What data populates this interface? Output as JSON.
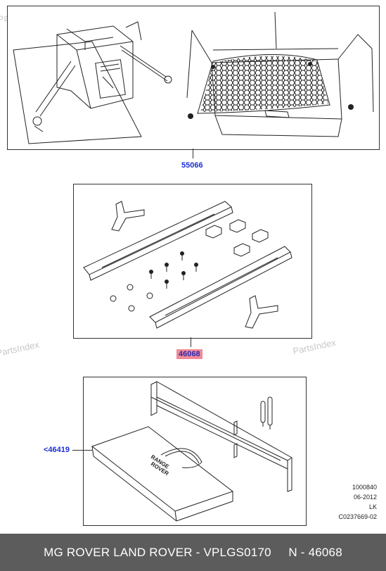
{
  "watermark": "PartsIndex",
  "callouts": {
    "top": "55066",
    "middle": "46068",
    "bottom": "<46419"
  },
  "meta": {
    "line1": "1000840",
    "line2": "06-2012",
    "line3": "LK",
    "line4": "C0237669-02"
  },
  "footer": {
    "title": "MG ROVER LAND ROVER - VPLGS0170     N - 46068"
  },
  "bag_text": {
    "line1": "RANGE",
    "line2": "ROVER"
  },
  "colors": {
    "callout": "#1b2fd6",
    "highlight": "#f28a97",
    "footer_bg": "#5c5c5c"
  }
}
